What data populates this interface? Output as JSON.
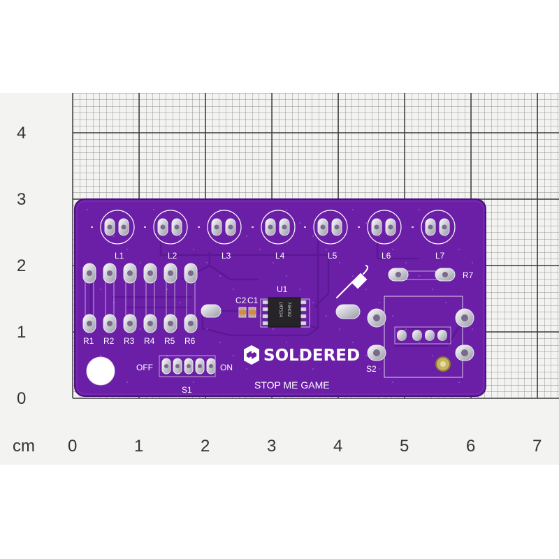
{
  "scale": {
    "unit_label": "cm",
    "x_ticks": [
      "0",
      "1",
      "2",
      "3",
      "4",
      "5",
      "6",
      "7"
    ],
    "y_ticks": [
      "0",
      "1",
      "2",
      "3",
      "4"
    ]
  },
  "board": {
    "brand": "SOLDERED",
    "title": "STOP ME GAME",
    "color": "#6a1fa6",
    "leds": [
      "L1",
      "L2",
      "L3",
      "L4",
      "L5",
      "L6",
      "L7"
    ],
    "resistors": [
      "R1",
      "R2",
      "R3",
      "R4",
      "R5",
      "R6"
    ],
    "r7": "R7",
    "ic": "U1",
    "ic_marking_1": "LM7524",
    "ic_marking_2": "74HC02",
    "caps": [
      "C2",
      "C1"
    ],
    "switch_label": "S1",
    "switch_off": "OFF",
    "switch_on": "ON",
    "button_label": "S2"
  }
}
